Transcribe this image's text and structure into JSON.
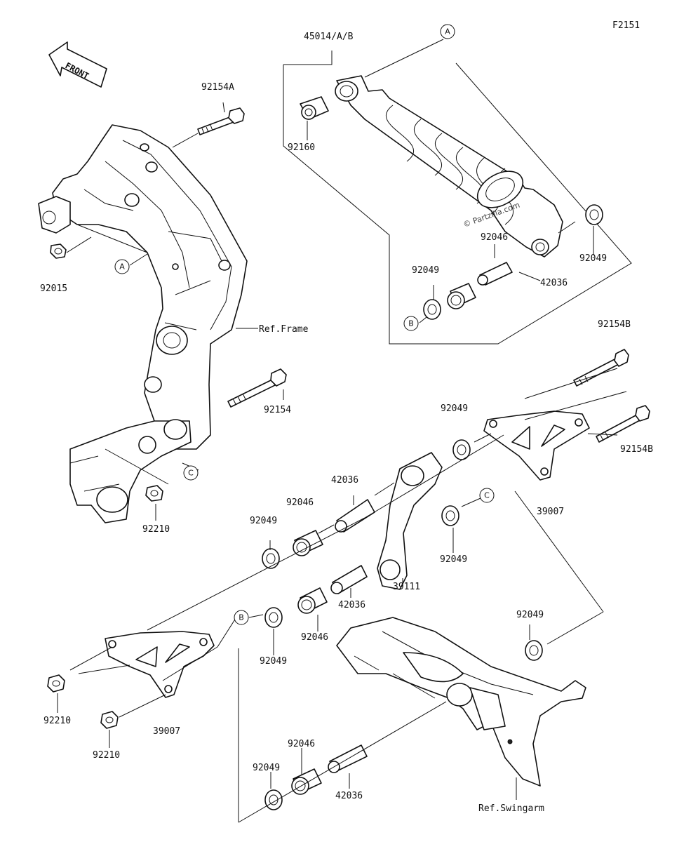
{
  "diagram_code": "F2151",
  "front_label": "FRONT",
  "watermark": "© Partzilla.com",
  "refs": {
    "frame": "Ref.Frame",
    "swingarm": "Ref.Swingarm"
  },
  "markers": {
    "a": "A",
    "b": "B",
    "c": "C"
  },
  "labels": {
    "shock_assy": "45014/A/B",
    "bolt_a": "92154A",
    "bolt_b1": "92154B",
    "bolt_b2": "92154B",
    "bolt_main": "92154",
    "nut_92015": "92015",
    "collar_top": "92160",
    "bearing_shock": "92046",
    "seal_shock_r": "92049",
    "seal_shock_l": "92049",
    "sleeve_shock": "42036",
    "nut_mid": "92210",
    "seal_rod_top": "92049",
    "sleeve_mid": "42036",
    "bearing_mid": "92046",
    "seal_mid_l": "92049",
    "rod_right": "39007",
    "seal_mid_r": "92049",
    "arm": "39111",
    "sleeve_low": "42036",
    "bearing_low": "92046",
    "seal_low": "92049",
    "seal_swing_top": "92049",
    "nut_l1": "92210",
    "nut_l2": "92210",
    "rod_left": "39007",
    "seal_bottom": "92049",
    "bearing_bottom": "92046",
    "sleeve_bottom": "42036"
  }
}
